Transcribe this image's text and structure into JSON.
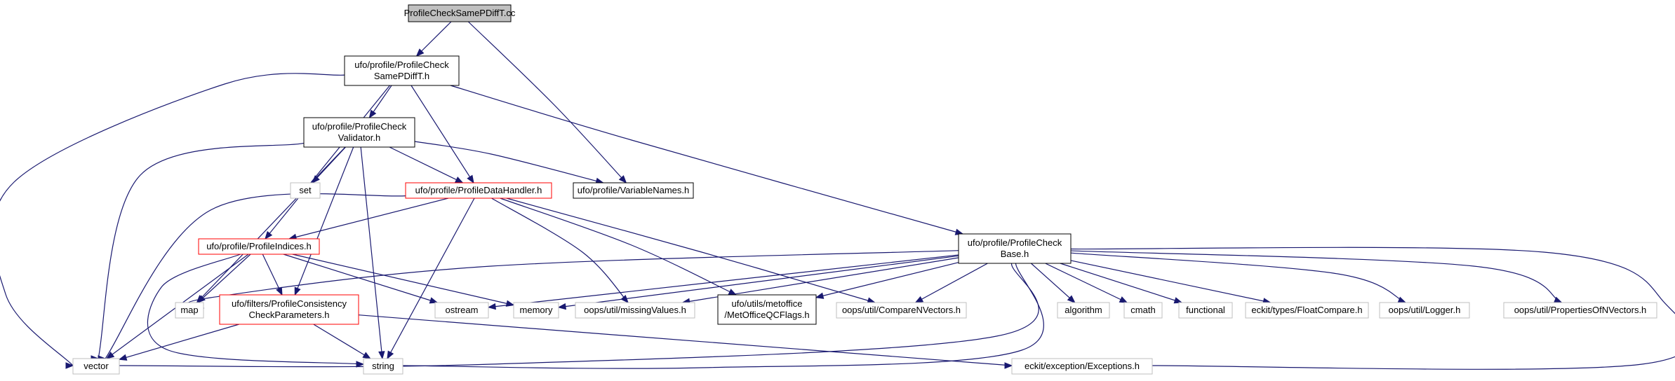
{
  "nodes": {
    "root": {
      "lines": [
        "ProfileCheckSamePDiffT.cc"
      ],
      "style": "main",
      "interactable": false
    },
    "samepdifft_h": {
      "lines": [
        "ufo/profile/ProfileCheck",
        "SamePDiffT.h"
      ],
      "style": "black",
      "interactable": true
    },
    "validator_h": {
      "lines": [
        "ufo/profile/ProfileCheck",
        "Validator.h"
      ],
      "style": "black",
      "interactable": true
    },
    "datahandler_h": {
      "lines": [
        "ufo/profile/ProfileDataHandler.h"
      ],
      "style": "red",
      "interactable": true
    },
    "variablenames_h": {
      "lines": [
        "ufo/profile/VariableNames.h"
      ],
      "style": "black",
      "interactable": true
    },
    "base_h": {
      "lines": [
        "ufo/profile/ProfileCheck",
        "Base.h"
      ],
      "style": "black",
      "interactable": true
    },
    "indices_h": {
      "lines": [
        "ufo/profile/ProfileIndices.h"
      ],
      "style": "red",
      "interactable": true
    },
    "set": {
      "lines": [
        "set"
      ],
      "style": "grey",
      "interactable": false
    },
    "consistency_h": {
      "lines": [
        "ufo/filters/ProfileConsistency",
        "CheckParameters.h"
      ],
      "style": "red",
      "interactable": true
    },
    "map": {
      "lines": [
        "map"
      ],
      "style": "grey",
      "interactable": false
    },
    "ostream": {
      "lines": [
        "ostream"
      ],
      "style": "grey",
      "interactable": false
    },
    "memory": {
      "lines": [
        "memory"
      ],
      "style": "grey",
      "interactable": false
    },
    "missingvalues_h": {
      "lines": [
        "oops/util/missingValues.h"
      ],
      "style": "grey",
      "interactable": false
    },
    "metofficeqcflags_h": {
      "lines": [
        "ufo/utils/metoffice",
        "/MetOfficeQCFlags.h"
      ],
      "style": "black",
      "interactable": true
    },
    "comparenvectors_h": {
      "lines": [
        "oops/util/CompareNVectors.h"
      ],
      "style": "grey",
      "interactable": false
    },
    "algorithm": {
      "lines": [
        "algorithm"
      ],
      "style": "grey",
      "interactable": false
    },
    "cmath": {
      "lines": [
        "cmath"
      ],
      "style": "grey",
      "interactable": false
    },
    "functional": {
      "lines": [
        "functional"
      ],
      "style": "grey",
      "interactable": false
    },
    "floatcompare_h": {
      "lines": [
        "eckit/types/FloatCompare.h"
      ],
      "style": "grey",
      "interactable": false
    },
    "logger_h": {
      "lines": [
        "oops/util/Logger.h"
      ],
      "style": "grey",
      "interactable": false
    },
    "propertiesofnvectors_h": {
      "lines": [
        "oops/util/PropertiesOfNVectors.h"
      ],
      "style": "grey",
      "interactable": false
    },
    "vector": {
      "lines": [
        "vector"
      ],
      "style": "grey",
      "interactable": false
    },
    "string": {
      "lines": [
        "string"
      ],
      "style": "grey",
      "interactable": false
    },
    "exceptions_h": {
      "lines": [
        "eckit/exception/Exceptions.h"
      ],
      "style": "grey",
      "interactable": false
    }
  },
  "edges": [
    [
      "root",
      "samepdifft_h"
    ],
    [
      "root",
      "variablenames_h"
    ],
    [
      "samepdifft_h",
      "validator_h"
    ],
    [
      "samepdifft_h",
      "datahandler_h"
    ],
    [
      "samepdifft_h",
      "indices_h"
    ],
    [
      "samepdifft_h",
      "base_h"
    ],
    [
      "samepdifft_h",
      "vector"
    ],
    [
      "validator_h",
      "set"
    ],
    [
      "validator_h",
      "datahandler_h"
    ],
    [
      "validator_h",
      "variablenames_h"
    ],
    [
      "validator_h",
      "consistency_h"
    ],
    [
      "validator_h",
      "map"
    ],
    [
      "validator_h",
      "vector"
    ],
    [
      "validator_h",
      "string"
    ],
    [
      "datahandler_h",
      "indices_h"
    ],
    [
      "datahandler_h",
      "missingvalues_h"
    ],
    [
      "datahandler_h",
      "metofficeqcflags_h"
    ],
    [
      "datahandler_h",
      "comparenvectors_h"
    ],
    [
      "datahandler_h",
      "vector"
    ],
    [
      "datahandler_h",
      "string"
    ],
    [
      "indices_h",
      "map"
    ],
    [
      "indices_h",
      "consistency_h"
    ],
    [
      "indices_h",
      "ostream"
    ],
    [
      "indices_h",
      "memory"
    ],
    [
      "indices_h",
      "vector"
    ],
    [
      "indices_h",
      "string"
    ],
    [
      "consistency_h",
      "vector"
    ],
    [
      "consistency_h",
      "string"
    ],
    [
      "consistency_h",
      "exceptions_h"
    ],
    [
      "base_h",
      "map"
    ],
    [
      "base_h",
      "ostream"
    ],
    [
      "base_h",
      "memory"
    ],
    [
      "base_h",
      "missingvalues_h"
    ],
    [
      "base_h",
      "metofficeqcflags_h"
    ],
    [
      "base_h",
      "comparenvectors_h"
    ],
    [
      "base_h",
      "algorithm"
    ],
    [
      "base_h",
      "cmath"
    ],
    [
      "base_h",
      "functional"
    ],
    [
      "base_h",
      "floatcompare_h"
    ],
    [
      "base_h",
      "logger_h"
    ],
    [
      "base_h",
      "propertiesofnvectors_h"
    ],
    [
      "base_h",
      "vector"
    ],
    [
      "base_h",
      "string"
    ],
    [
      "base_h",
      "exceptions_h"
    ]
  ],
  "colors": {
    "edge": "#191970",
    "main_fill": "#c0c0c0",
    "documented_border": "#000000",
    "incomplete_border": "#ff0000",
    "external_border": "#bfbfbf"
  }
}
